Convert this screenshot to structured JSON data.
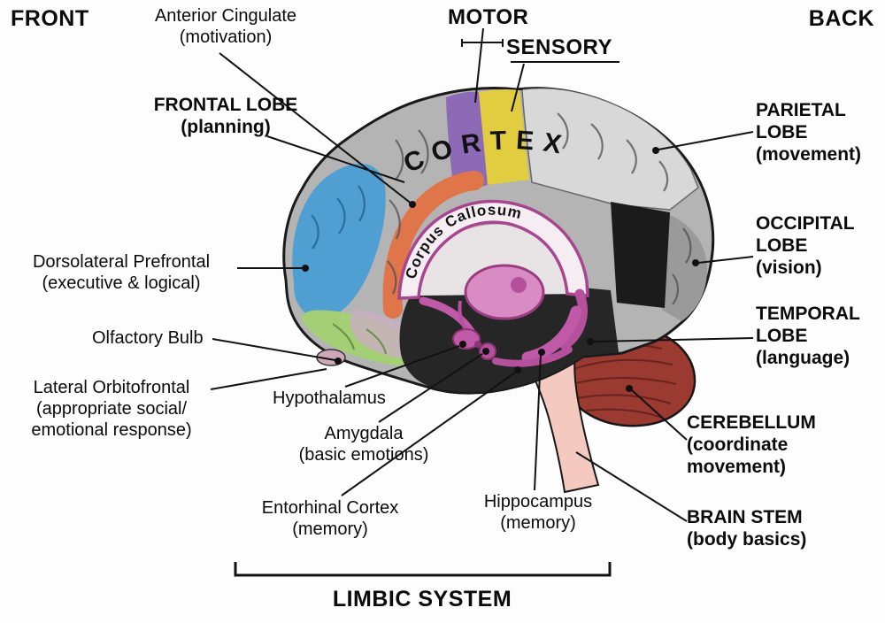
{
  "diagram": {
    "brain_text": {
      "cortex": "CORTEX",
      "corpus_callosum": "Corpus Callosum"
    },
    "labels": {
      "front": {
        "lines": [
          "FRONT"
        ]
      },
      "back": {
        "lines": [
          "BACK"
        ]
      },
      "anterior_cingulate": {
        "lines": [
          "Anterior Cingulate",
          "(motivation)"
        ]
      },
      "motor": {
        "lines": [
          "MOTOR"
        ]
      },
      "sensory": {
        "lines": [
          "SENSORY"
        ]
      },
      "frontal_lobe": {
        "lines": [
          "FRONTAL LOBE",
          "(planning)"
        ]
      },
      "parietal_lobe": {
        "lines": [
          "PARIETAL",
          "LOBE",
          "(movement)"
        ]
      },
      "occipital_lobe": {
        "lines": [
          "OCCIPITAL",
          "LOBE",
          "(vision)"
        ]
      },
      "temporal_lobe": {
        "lines": [
          "TEMPORAL",
          "LOBE",
          "(language)"
        ]
      },
      "dorsolateral_prefrontal": {
        "lines": [
          "Dorsolateral Prefrontal",
          "(executive & logical)"
        ]
      },
      "olfactory_bulb": {
        "lines": [
          "Olfactory Bulb"
        ]
      },
      "lateral_orbitofrontal": {
        "lines": [
          "Lateral Orbitofrontal",
          "(appropriate social/",
          "emotional response)"
        ]
      },
      "hypothalamus": {
        "lines": [
          "Hypothalamus"
        ]
      },
      "amygdala": {
        "lines": [
          "Amygdala",
          "(basic emotions)"
        ]
      },
      "entorhinal_cortex": {
        "lines": [
          "Entorhinal Cortex",
          "(memory)"
        ]
      },
      "hippocampus": {
        "lines": [
          "Hippocampus",
          "(memory)"
        ]
      },
      "cerebellum": {
        "lines": [
          "CEREBELLUM",
          "(coordinate",
          "movement)"
        ]
      },
      "brain_stem": {
        "lines": [
          "BRAIN STEM",
          "(body basics)"
        ]
      },
      "limbic_system": {
        "lines": [
          "LIMBIC SYSTEM"
        ]
      }
    },
    "colors": {
      "background": "#fdfdfd",
      "brain_gray": "#b4b4b4",
      "parietal_light": "#d8d8d8",
      "occipital_gray": "#9a9a9a",
      "occipital_black": "#1b1b1b",
      "medial_dark": "#262626",
      "motor_purple": "#8d6ab6",
      "sensory_yellow": "#e2cd41",
      "prefrontal_blue": "#4f9fd3",
      "orbitofrontal_green": "#a5cf74",
      "cingulate_orange": "#df7549",
      "limbic_magenta": "#c05aa8",
      "limbic_magenta_light": "#d98cc4",
      "corpus_callosum_fill": "#f6edf3",
      "cerebellum_red": "#9b3a31",
      "brainstem_pink": "#f4c9bf",
      "line_black": "#121212"
    }
  }
}
